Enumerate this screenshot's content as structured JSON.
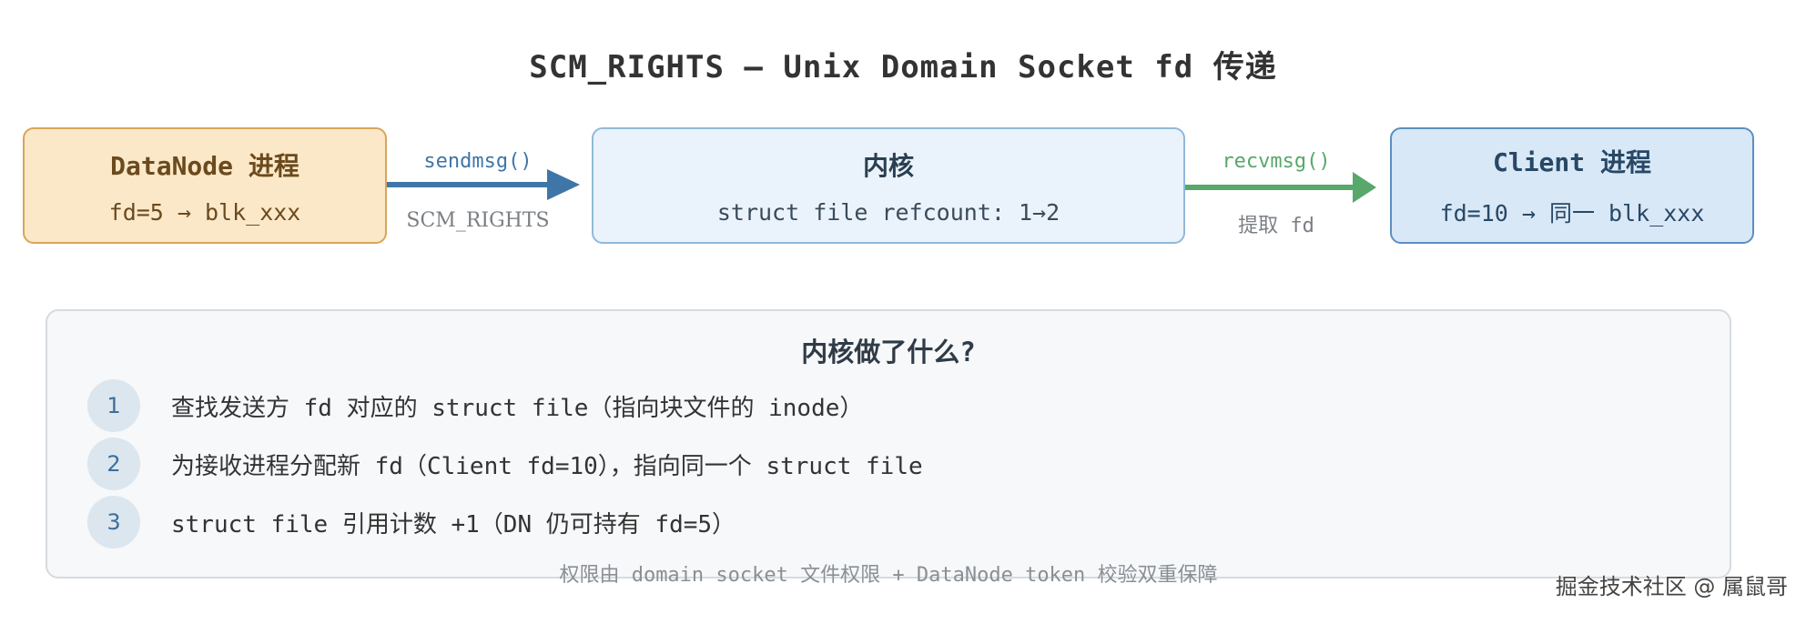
{
  "title": "SCM_RIGHTS — Unix Domain Socket fd 传递",
  "colors": {
    "send_arrow": "#3f76a8",
    "recv_arrow": "#57a86a",
    "datanode_fill": "#fbe8c8",
    "kernel_fill": "#eaf3fb",
    "client_fill": "#d9e8f6"
  },
  "boxes": {
    "datanode": {
      "name": "DataNode 进程",
      "desc": "fd=5 → blk_xxx"
    },
    "kernel": {
      "name": "内核",
      "desc": "struct file refcount: 1→2"
    },
    "client": {
      "name": "Client 进程",
      "desc": "fd=10 → 同一 blk_xxx"
    }
  },
  "arrows": {
    "send": {
      "label": "sendmsg()",
      "sublabel": "SCM_RIGHTS"
    },
    "recv": {
      "label": "recvmsg()",
      "sublabel": "提取 fd"
    }
  },
  "panel": {
    "title": "内核做了什么?",
    "steps": [
      {
        "num": "1",
        "text": "查找发送方 fd 对应的 struct file（指向块文件的 inode）"
      },
      {
        "num": "2",
        "text": "为接收进程分配新 fd（Client fd=10），指向同一个 struct file"
      },
      {
        "num": "3",
        "text": "struct file 引用计数 +1（DN 仍可持有 fd=5）"
      }
    ],
    "footnote": "权限由 domain socket 文件权限 + DataNode token 校验双重保障"
  },
  "watermark": "掘金技术社区 @ 属鼠哥"
}
